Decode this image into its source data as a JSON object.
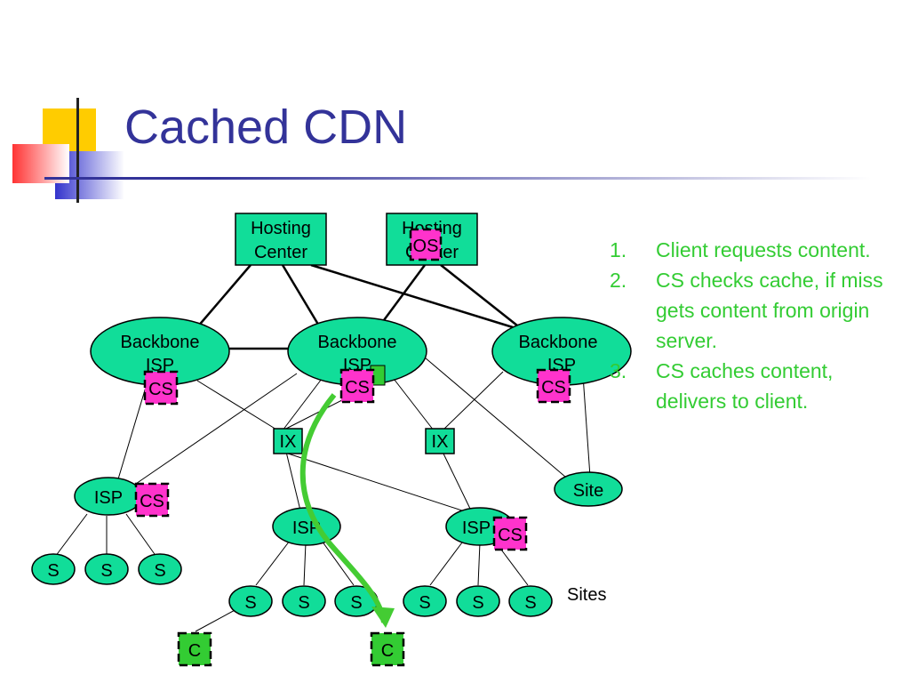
{
  "slide": {
    "title": "Cached CDN"
  },
  "nodes": {
    "hosting_center_1": [
      "Hosting",
      "Center"
    ],
    "hosting_center_2": [
      "Hosting",
      "Center"
    ],
    "backbone_isp_1": [
      "Backbone",
      "ISP"
    ],
    "backbone_isp_2": [
      "Backbone",
      "ISP"
    ],
    "backbone_isp_3": [
      "Backbone",
      "ISP"
    ],
    "ix": "IX",
    "isp": "ISP",
    "site": "Site",
    "s": "S",
    "os": "OS",
    "cs": "CS",
    "c": "C",
    "sites_label": "Sites"
  },
  "steps": [
    {
      "num": "1.",
      "text": "Client requests content."
    },
    {
      "num": "2.",
      "text": "CS checks cache, if miss gets content from origin server."
    },
    {
      "num": "3.",
      "text": "CS caches content, delivers to client."
    }
  ],
  "colors": {
    "title": "#333399",
    "node_fill": "#11dd99",
    "cache_fill": "#ff33cc",
    "client_fill": "#33cc33",
    "arrow": "#44cc33",
    "steps_text": "#33cc33"
  }
}
